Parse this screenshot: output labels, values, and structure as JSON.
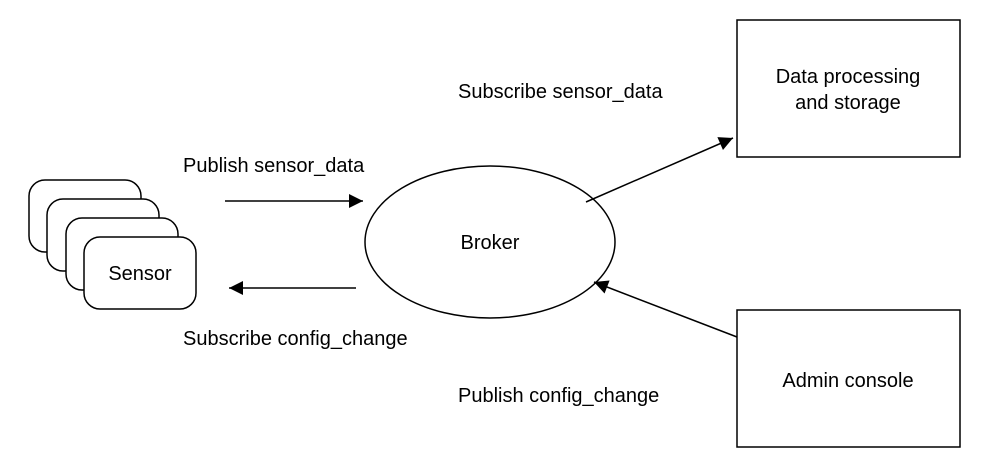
{
  "colors": {
    "stroke": "#000000",
    "fill": "#ffffff",
    "text": "#000000"
  },
  "nodes": {
    "sensor": {
      "label": "Sensor"
    },
    "broker": {
      "label": "Broker"
    },
    "data_processing": {
      "line1": "Data processing",
      "line2": "and storage"
    },
    "admin_console": {
      "label": "Admin console"
    }
  },
  "edges": {
    "publish_sensor_data": {
      "label": "Publish sensor_data"
    },
    "subscribe_config_change": {
      "label": "Subscribe config_change"
    },
    "subscribe_sensor_data": {
      "label": "Subscribe sensor_data"
    },
    "publish_config_change": {
      "label": "Publish config_change"
    }
  }
}
